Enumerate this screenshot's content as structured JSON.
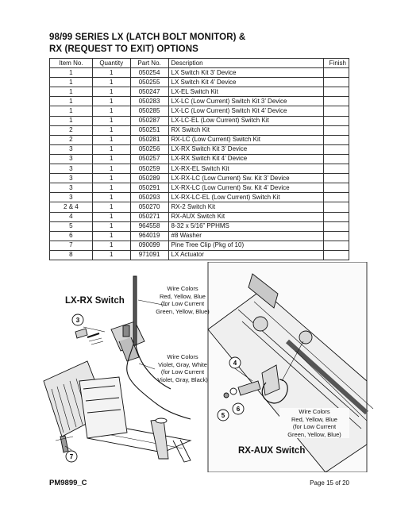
{
  "title_line1": "98/99 SERIES LX (LATCH BOLT MONITOR) &",
  "title_line2": "RX (REQUEST TO EXIT) OPTIONS",
  "table": {
    "headers": [
      "Item No.",
      "Quantity",
      "Part No.",
      "Description",
      "Finish"
    ],
    "rows": [
      {
        "item": "1",
        "qty": "1",
        "part": "050254",
        "desc": "LX Switch Kit 3’ Device"
      },
      {
        "item": "1",
        "qty": "1",
        "part": "050255",
        "desc": "LX Switch Kit 4’ Device"
      },
      {
        "item": "1",
        "qty": "1",
        "part": "050247",
        "desc": "LX-EL Switch Kit"
      },
      {
        "item": "1",
        "qty": "1",
        "part": "050283",
        "desc": "LX-LC (Low Current) Switch Kit 3’ Device"
      },
      {
        "item": "1",
        "qty": "1",
        "part": "050285",
        "desc": "LX-LC (Low Current) Switch Kit 4’ Device"
      },
      {
        "item": "1",
        "qty": "1",
        "part": "050287",
        "desc": "LX-LC-EL (Low Current) Switch Kit"
      },
      {
        "item": "2",
        "qty": "1",
        "part": "050251",
        "desc": "RX Switch Kit"
      },
      {
        "item": "2",
        "qty": "1",
        "part": "050281",
        "desc": "RX-LC (Low Current) Switch Kit"
      },
      {
        "item": "3",
        "qty": "1",
        "part": "050256",
        "desc": "LX-RX Switch Kit 3’ Device"
      },
      {
        "item": "3",
        "qty": "1",
        "part": "050257",
        "desc": "LX-RX Switch Kit 4’ Device"
      },
      {
        "item": "3",
        "qty": "1",
        "part": "050259",
        "desc": "LX-RX-EL Switch Kit"
      },
      {
        "item": "3",
        "qty": "1",
        "part": "050289",
        "desc": "LX-RX-LC (Low Current) Sw. Kit 3’ Device"
      },
      {
        "item": "3",
        "qty": "1",
        "part": "050291",
        "desc": "LX-RX-LC (Low Current) Sw. Kit 4’ Device"
      },
      {
        "item": "3",
        "qty": "1",
        "part": "050293",
        "desc": "LX-RX-LC-EL (Low Current) Switch Kit"
      },
      {
        "item": "2 & 4",
        "qty": "1",
        "part": "050270",
        "desc": "RX-2 Switch Kit"
      },
      {
        "item": "4",
        "qty": "1",
        "part": "050271",
        "desc": "RX-AUX Switch Kit"
      },
      {
        "item": "5",
        "qty": "1",
        "part": "964558",
        "desc": "8-32 x 5/16” PPHMS"
      },
      {
        "item": "6",
        "qty": "1",
        "part": "964019",
        "desc": "#8 Washer"
      },
      {
        "item": "7",
        "qty": "1",
        "part": "090099",
        "desc": "Pine Tree Clip (Pkg of 10)"
      },
      {
        "item": "8",
        "qty": "1",
        "part": "971091",
        "desc": "LX Actuator"
      }
    ]
  },
  "diagram": {
    "lx_rx_label": "LX-RX Switch",
    "rx_aux_label": "RX-AUX Switch",
    "note_top": [
      "Wire Colors",
      "Red, Yellow, Blue",
      "(for Low Current",
      "Green, Yellow, Blue)"
    ],
    "note_mid": [
      "Wire  Colors",
      "Violet, Gray, White",
      "(for Low Current",
      "Violet, Gray, Black)"
    ],
    "note_right": [
      "Wire  Colors",
      "Red, Yellow, Blue",
      "(for Low Current",
      "Green, Yellow, Blue)"
    ],
    "callouts": {
      "c3": "3",
      "c7": "7",
      "c4": "4",
      "c5": "5",
      "c6": "6"
    }
  },
  "footer": {
    "doc": "PM9899_C",
    "page": "Page 15 of 20"
  }
}
